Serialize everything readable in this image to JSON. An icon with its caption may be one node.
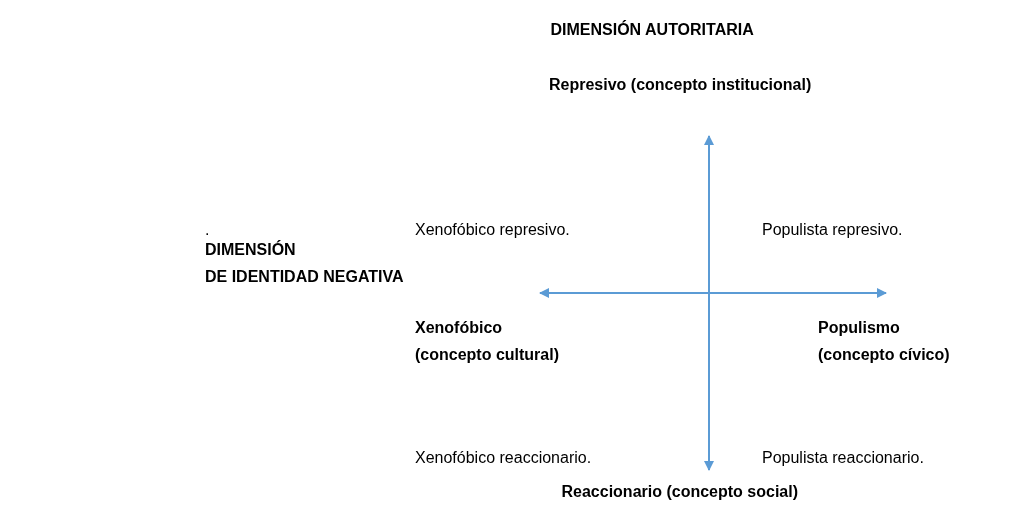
{
  "diagram": {
    "labels": [
      "DIMENSIÓN AUTORITARIA",
      "Represivo (concepto institucional)",
      ".",
      "DIMENSIÓN DE IDENTIDAD NEGATIVA",
      "Xenofóbico represivo.",
      "Populista represivo.",
      "Xenofóbico (concepto cultural)",
      "Populismo (concepto cívico)",
      "Xenofóbico reaccionario.",
      "Populista reaccionario.",
      "Reaccionario (concepto social)"
    ]
  }
}
